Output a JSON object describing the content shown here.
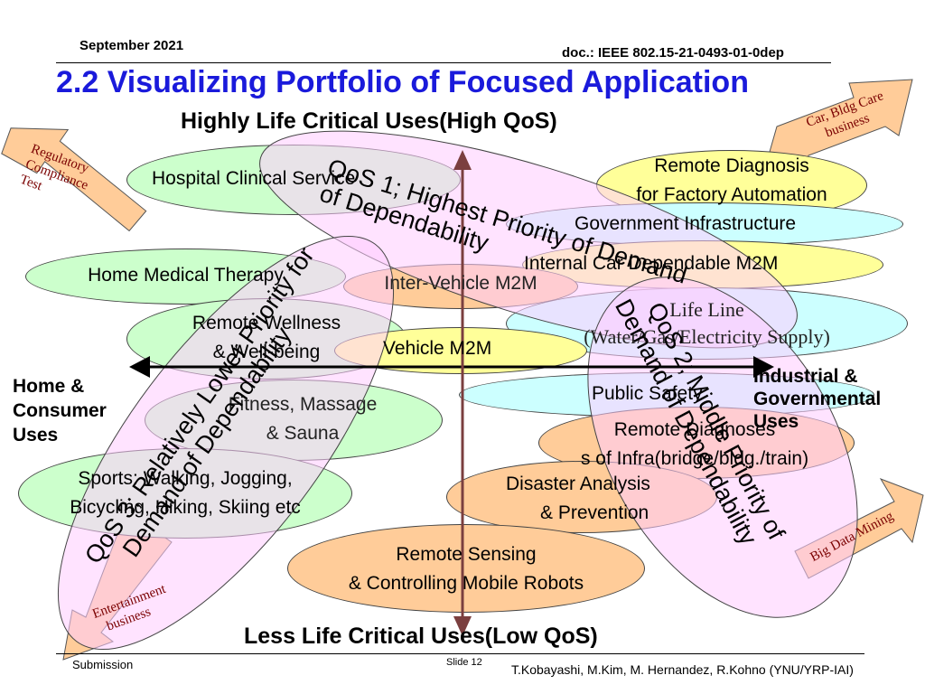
{
  "header": {
    "date": "September 2021",
    "doc": "doc.: IEEE 802.15-21-0493-01-0dep",
    "title": "2.2 Visualizing Portfolio of Focused Application"
  },
  "axes": {
    "top": "Highly Life Critical Uses(High QoS)",
    "bottom": "Less Life Critical Uses(Low QoS)",
    "left": [
      "Home &",
      "Consumer",
      "Uses"
    ],
    "right": [
      "Industrial &",
      "Governmental",
      "Uses"
    ]
  },
  "applications": {
    "hospital": "Hospital Clinical Service",
    "remote_diagnosis": [
      "Remote Diagnosis",
      "for Factory Automation"
    ],
    "government": "Government Infrastructure",
    "internal_car": "Internal Car Dependable M2M",
    "home_medical": "Home Medical Therapy",
    "inter_vehicle": "Inter-Vehicle M2M",
    "life_line": [
      "Life Line",
      "(Water/Gas/Electricity Supply)"
    ],
    "remote_wellness": [
      "Remote Wellness",
      "& Well-being"
    ],
    "vehicle_m2m": "Vehicle M2M",
    "public_safety": "Public Safety",
    "fitness": [
      "Fitness, Massage",
      "& Sauna"
    ],
    "remote_diagnoses_infra": [
      "Remote Diagnoses",
      "s of Infra(bridge/bldg./train)"
    ],
    "sports": [
      "Sports: Walking, Jogging,",
      "Bicycling, Hiking, Skiing etc"
    ],
    "disaster": [
      "Disaster Analysis",
      "& Prevention"
    ],
    "remote_sensing": [
      "Remote Sensing",
      "& Controlling Mobile Robots"
    ]
  },
  "qos": {
    "qos1": [
      "QoS 1; Highest Priority of Demand",
      "of Dependability"
    ],
    "qos2": [
      "QoS 2; Middle Priority of",
      "Demand of Dependability"
    ],
    "qos3": [
      "QoS 3; Relatively Lower Priority for",
      "Demand of Dependability"
    ]
  },
  "business": {
    "regulatory": [
      "Regulatory",
      "Compliance",
      "Test"
    ],
    "car_bldg": [
      "Car, Bldg Care",
      "business"
    ],
    "entertainment": [
      "Entertainment",
      "business"
    ],
    "big_data": "Big Data Mining"
  },
  "footer": {
    "submission": "Submission",
    "slide": "Slide 12",
    "authors": "T.Kobayashi, M.Kim, M. Hernandez, R.Kohno (YNU/YRP-IAI)"
  },
  "colors": {
    "title": "#1a1adb",
    "green": "#ccffcc",
    "yellow": "#ffff99",
    "cyan": "#ccffff",
    "peach": "#ffcc99",
    "pink": "#ffccff",
    "arrow_axis": "#7b3f3f",
    "arrow_business": "#ffcc99"
  }
}
